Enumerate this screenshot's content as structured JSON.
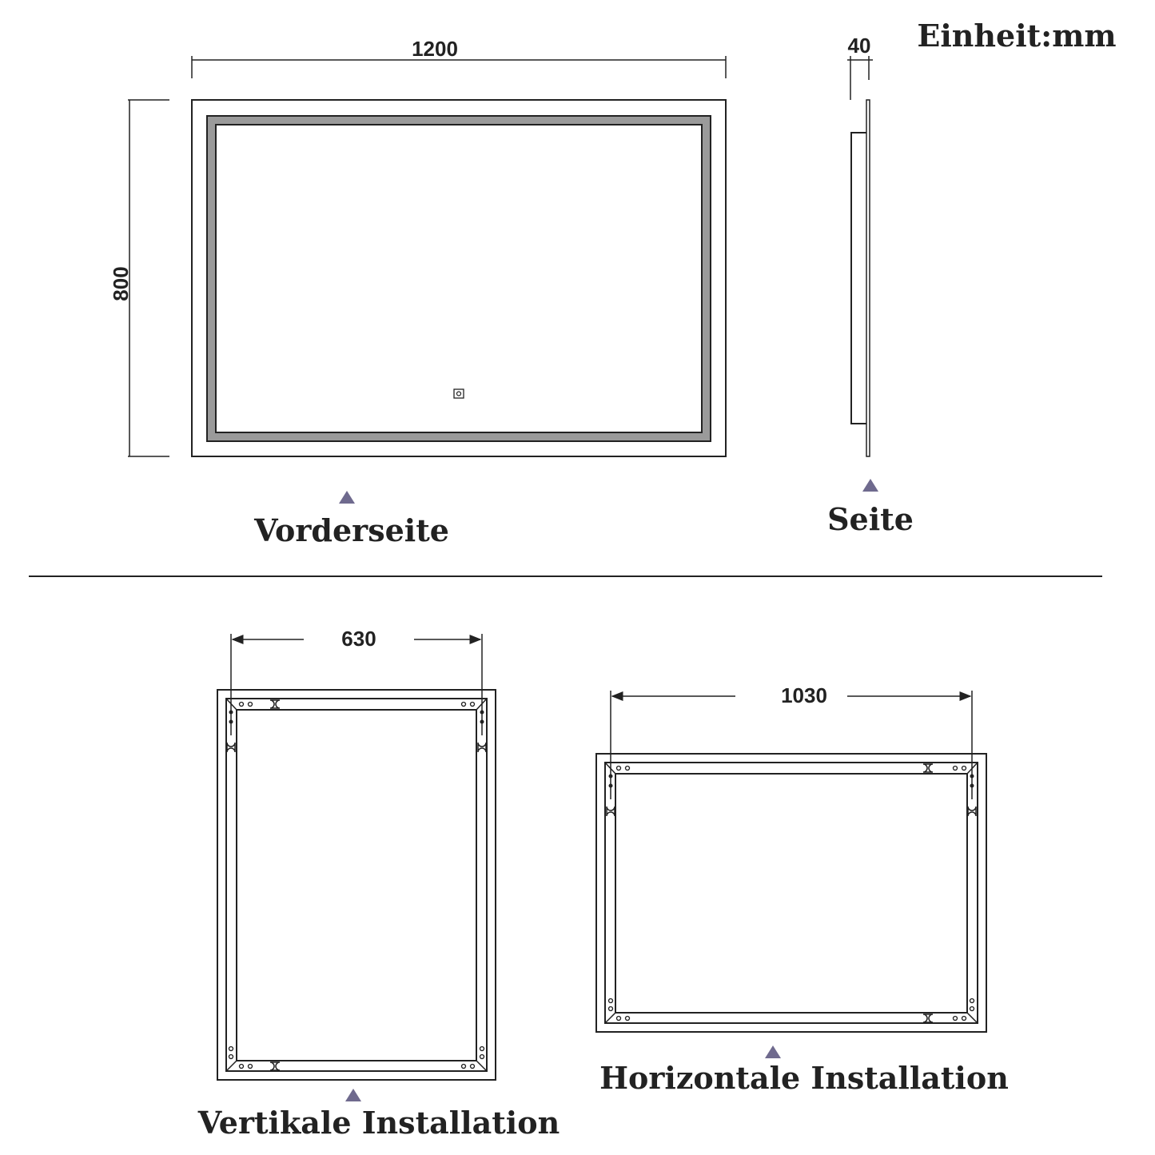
{
  "unit_label": "Einheit:mm",
  "front": {
    "width": "1200",
    "height": "800",
    "label": "Vorderseite"
  },
  "side": {
    "depth": "40",
    "label": "Seite"
  },
  "vertical": {
    "hole_distance": "630",
    "label": "Vertikale Installation"
  },
  "horizontal": {
    "hole_distance": "1030",
    "label": "Horizontale Installation"
  },
  "colors": {
    "line": "#222222",
    "led_band": "#9a9a9a",
    "marker": "#6f6a8e"
  },
  "icons": [
    "triangle-marker-icon",
    "touch-switch-icon",
    "keyhole-icon"
  ]
}
